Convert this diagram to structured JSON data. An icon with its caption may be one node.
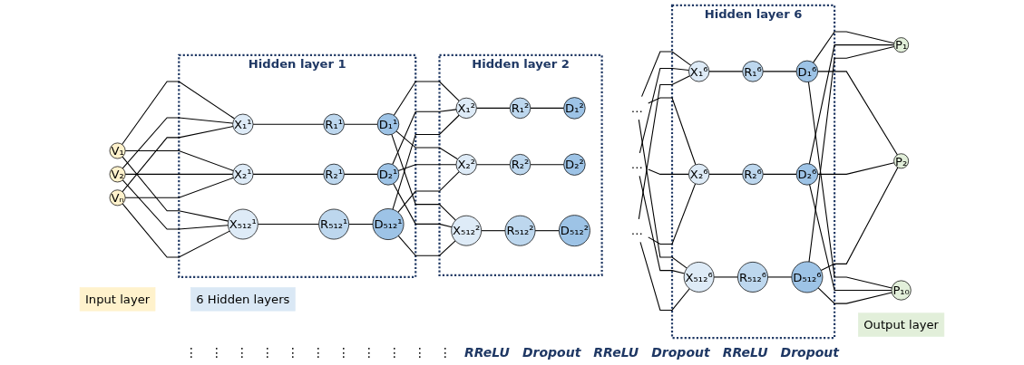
{
  "diagram": {
    "nodes": [
      {
        "text": [
          "Input layer"
        ]
      },
      {
        "text": [
          "6 Hidden layers"
        ]
      },
      {
        "text": [
          "Output layer"
        ]
      },
      {
        "text": [
          "V₁"
        ]
      },
      {
        "text": [
          "V₂"
        ]
      },
      {
        "text": [
          "Vₙ"
        ]
      },
      {
        "text": [
          "Hidden layer 1"
        ]
      },
      {
        "text": [
          "X₁¹"
        ],
        "in": 6
      },
      {
        "text": [
          "R₁¹"
        ],
        "in": 6
      },
      {
        "text": [
          "D₁¹"
        ],
        "in": 6
      },
      {
        "text": [
          "X₂¹"
        ],
        "in": 6
      },
      {
        "text": [
          "R₂¹"
        ],
        "in": 6
      },
      {
        "text": [
          "D₂¹"
        ],
        "in": 6
      },
      {
        "text": [
          "X₅₁₂¹"
        ],
        "in": 6
      },
      {
        "text": [
          "R₅₁₂¹"
        ],
        "in": 6
      },
      {
        "text": [
          "D₅₁₂¹"
        ],
        "in": 6
      },
      {
        "text": [
          "Hidden layer 2"
        ]
      },
      {
        "text": [
          "X₁²"
        ],
        "in": 16
      },
      {
        "text": [
          "R₁²"
        ],
        "in": 16
      },
      {
        "text": [
          "D₁²"
        ],
        "in": 16
      },
      {
        "text": [
          "X₂²"
        ],
        "in": 16
      },
      {
        "text": [
          "R₂²"
        ],
        "in": 16
      },
      {
        "text": [
          "D₂²"
        ],
        "in": 16
      },
      {
        "text": [
          "X₅₁₂²"
        ],
        "in": 16
      },
      {
        "text": [
          "R₅₁₂²"
        ],
        "in": 16
      },
      {
        "text": [
          "D₅₁₂²"
        ],
        "in": 16
      },
      {
        "text": [
          "…"
        ]
      },
      {
        "text": [
          "…"
        ]
      },
      {
        "text": [
          "…"
        ]
      },
      {
        "text": [
          "Hidden layer 6"
        ]
      },
      {
        "text": [
          "X₁⁶"
        ],
        "in": 29
      },
      {
        "text": [
          "R₁⁶"
        ],
        "in": 29
      },
      {
        "text": [
          "D₁⁶"
        ],
        "in": 29
      },
      {
        "text": [
          "X₂⁶"
        ],
        "in": 29
      },
      {
        "text": [
          "R₂⁶"
        ],
        "in": 29
      },
      {
        "text": [
          "D₂⁶"
        ],
        "in": 29
      },
      {
        "text": [
          "X₅₁₂⁶"
        ],
        "in": 29
      },
      {
        "text": [
          "R₅₁₂⁶"
        ],
        "in": 29
      },
      {
        "text": [
          "D₅₁₂⁶"
        ],
        "in": 29
      },
      {
        "text": [
          "P₁"
        ]
      },
      {
        "text": [
          "P₂"
        ]
      },
      {
        "text": [
          "P₁₀"
        ]
      }
    ],
    "edges": [
      {
        "from": 3,
        "to": 7,
        "arrow": "none"
      },
      {
        "from": 3,
        "to": 10,
        "arrow": "none"
      },
      {
        "from": 3,
        "to": 13,
        "arrow": "none"
      },
      {
        "from": 4,
        "to": 7,
        "arrow": "none"
      },
      {
        "from": 4,
        "to": 10,
        "arrow": "none"
      },
      {
        "from": 4,
        "to": 13,
        "arrow": "none"
      },
      {
        "from": 5,
        "to": 7,
        "arrow": "none"
      },
      {
        "from": 5,
        "to": 10,
        "arrow": "none"
      },
      {
        "from": 5,
        "to": 13,
        "arrow": "none"
      },
      {
        "from": 7,
        "to": 8,
        "arrow": "none"
      },
      {
        "from": 8,
        "to": 9,
        "arrow": "none"
      },
      {
        "from": 10,
        "to": 11,
        "arrow": "none"
      },
      {
        "from": 11,
        "to": 12,
        "arrow": "none"
      },
      {
        "from": 13,
        "to": 14,
        "arrow": "none"
      },
      {
        "from": 14,
        "to": 15,
        "arrow": "none"
      },
      {
        "from": 9,
        "to": 17,
        "arrow": "none"
      },
      {
        "from": 9,
        "to": 20,
        "arrow": "none"
      },
      {
        "from": 9,
        "to": 23,
        "arrow": "none"
      },
      {
        "from": 12,
        "to": 17,
        "arrow": "none"
      },
      {
        "from": 12,
        "to": 20,
        "arrow": "none"
      },
      {
        "from": 12,
        "to": 23,
        "arrow": "none"
      },
      {
        "from": 15,
        "to": 17,
        "arrow": "none"
      },
      {
        "from": 15,
        "to": 20,
        "arrow": "none"
      },
      {
        "from": 15,
        "to": 23,
        "arrow": "none"
      },
      {
        "from": 17,
        "to": 18,
        "arrow": "none"
      },
      {
        "from": 18,
        "to": 19,
        "arrow": "none"
      },
      {
        "from": 20,
        "to": 21,
        "arrow": "none"
      },
      {
        "from": 21,
        "to": 22,
        "arrow": "none"
      },
      {
        "from": 23,
        "to": 24,
        "arrow": "none"
      },
      {
        "from": 24,
        "to": 25,
        "arrow": "none"
      },
      {
        "from": 26,
        "to": 30,
        "arrow": "none"
      },
      {
        "from": 26,
        "to": 33,
        "arrow": "none"
      },
      {
        "from": 26,
        "to": 36,
        "arrow": "none"
      },
      {
        "from": 27,
        "to": 30,
        "arrow": "none"
      },
      {
        "from": 27,
        "to": 33,
        "arrow": "none"
      },
      {
        "from": 27,
        "to": 36,
        "arrow": "none"
      },
      {
        "from": 28,
        "to": 30,
        "arrow": "none"
      },
      {
        "from": 28,
        "to": 33,
        "arrow": "none"
      },
      {
        "from": 28,
        "to": 36,
        "arrow": "none"
      },
      {
        "from": 30,
        "to": 31,
        "arrow": "none"
      },
      {
        "from": 31,
        "to": 32,
        "arrow": "none"
      },
      {
        "from": 33,
        "to": 34,
        "arrow": "none"
      },
      {
        "from": 34,
        "to": 35,
        "arrow": "none"
      },
      {
        "from": 36,
        "to": 37,
        "arrow": "none"
      },
      {
        "from": 37,
        "to": 38,
        "arrow": "none"
      },
      {
        "from": 32,
        "to": 39,
        "arrow": "none"
      },
      {
        "from": 32,
        "to": 40,
        "arrow": "none"
      },
      {
        "from": 32,
        "to": 41,
        "arrow": "none"
      },
      {
        "from": 35,
        "to": 39,
        "arrow": "none"
      },
      {
        "from": 35,
        "to": 40,
        "arrow": "none"
      },
      {
        "from": 35,
        "to": 41,
        "arrow": "none"
      },
      {
        "from": 38,
        "to": 39,
        "arrow": "none"
      },
      {
        "from": 38,
        "to": 40,
        "arrow": "none"
      },
      {
        "from": 38,
        "to": 41,
        "arrow": "none"
      }
    ],
    "labels": [
      "⋮",
      "⋮",
      "⋮",
      "⋮",
      "⋮",
      "⋮",
      "⋮",
      "⋮",
      "⋮",
      "⋮",
      "⋮",
      "RReLU",
      "Dropout",
      "RReLU",
      "Dropout",
      "RReLU",
      "Dropout"
    ]
  }
}
